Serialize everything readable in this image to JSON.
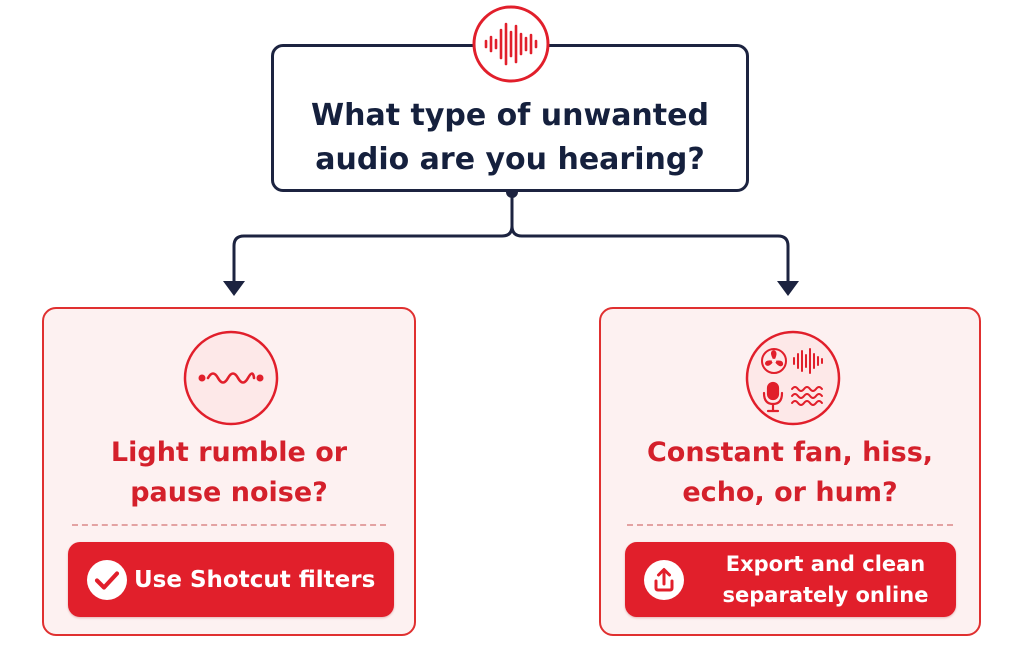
{
  "question": {
    "line1": "What type of unwanted",
    "line2": "audio are you hearing?",
    "icon": "sound-wave-icon"
  },
  "branches": [
    {
      "title_line1": "Light rumble or",
      "title_line2": "pause noise?",
      "icon": "low-frequency-wave-icon",
      "action": {
        "label": "Use Shotcut filters",
        "icon": "checkmark-icon"
      }
    },
    {
      "title_line1": "Constant fan, hiss,",
      "title_line2": "echo, or hum?",
      "icon": "fan-hiss-mic-wave-icon",
      "action": {
        "label_line1": "Export and clean",
        "label_line2": "separately online",
        "icon": "upload-icon"
      }
    }
  ],
  "colors": {
    "accent": "#e11f2b",
    "accent_text": "#d4202b",
    "navy": "#1c2340",
    "card_background": "#fdf1f1",
    "divider": "#e3a2a2"
  }
}
